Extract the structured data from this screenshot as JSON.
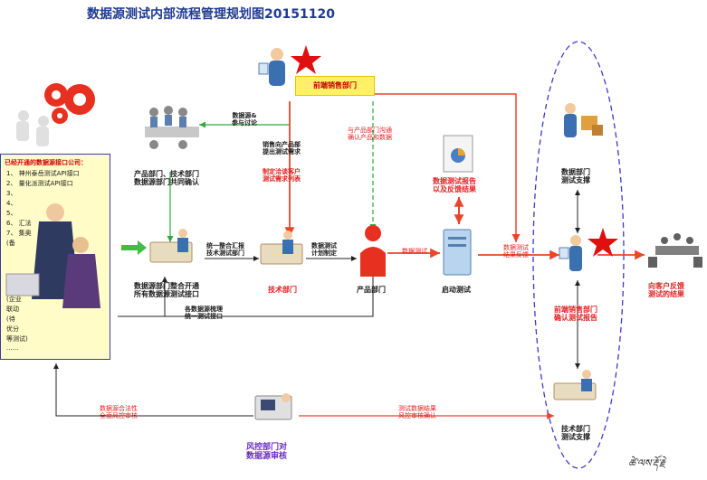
{
  "title": "数据源测试内部流程管理规划图20151120",
  "left_panel": {
    "heading": "已经开通的数据源接口公司：",
    "items": [
      "1、 神州泰岳测试API接口",
      "2、 量化派测试API接口",
      "3、",
      "4、",
      "5、",
      "6、 汇法",
      "7、 集奥",
      "(备",
      "(企业",
      "联动",
      "(待",
      "优分",
      "等测试)",
      "......"
    ]
  },
  "nodes": {
    "product_meeting": "产品部门、技术部门\n数据源部门共同确认",
    "ds_integration": "数据源部门整合开通\n所有数据源测试接口",
    "tech_dept": "技术部门",
    "product_dept": "产品部门",
    "start_test": "启动测试",
    "sales_front": "前端销售部门",
    "test_report": "数据测试报告\n以及反馈结果",
    "ds_support": "数据部门\n测试支撑",
    "sales_confirm": "前端销售部门\n确认测试报告",
    "customer_feedback": "向客户反馈\n测试的结果",
    "tech_support": "技术部门\n测试支撑",
    "risk_review": "风控部门对\n数据源审核"
  },
  "edge_labels": {
    "ds_discuss": "数据源&\n参与讨论",
    "sales_to_product": "销售向产品部\n提出测试需求",
    "customer_list": "制定洽谈客户\n测试需求列表",
    "product_comm": "与产品部门沟通\n确认产品和数据",
    "unified_report": "统一整合汇报\n技术测试部门",
    "plan_test": "数据测试\n计划制定",
    "data_test": "数据测试",
    "result_feedback": "数据测试\n结果反馈",
    "unify_interface": "各数据源梳理\n统一测试接口",
    "legal_review": "数据源合法性\n全面风控审核",
    "test_result_review": "测试数据结果\n风控审核确认"
  },
  "signature": "ཚེ་ལས་རྡོ་རྗེ"
}
